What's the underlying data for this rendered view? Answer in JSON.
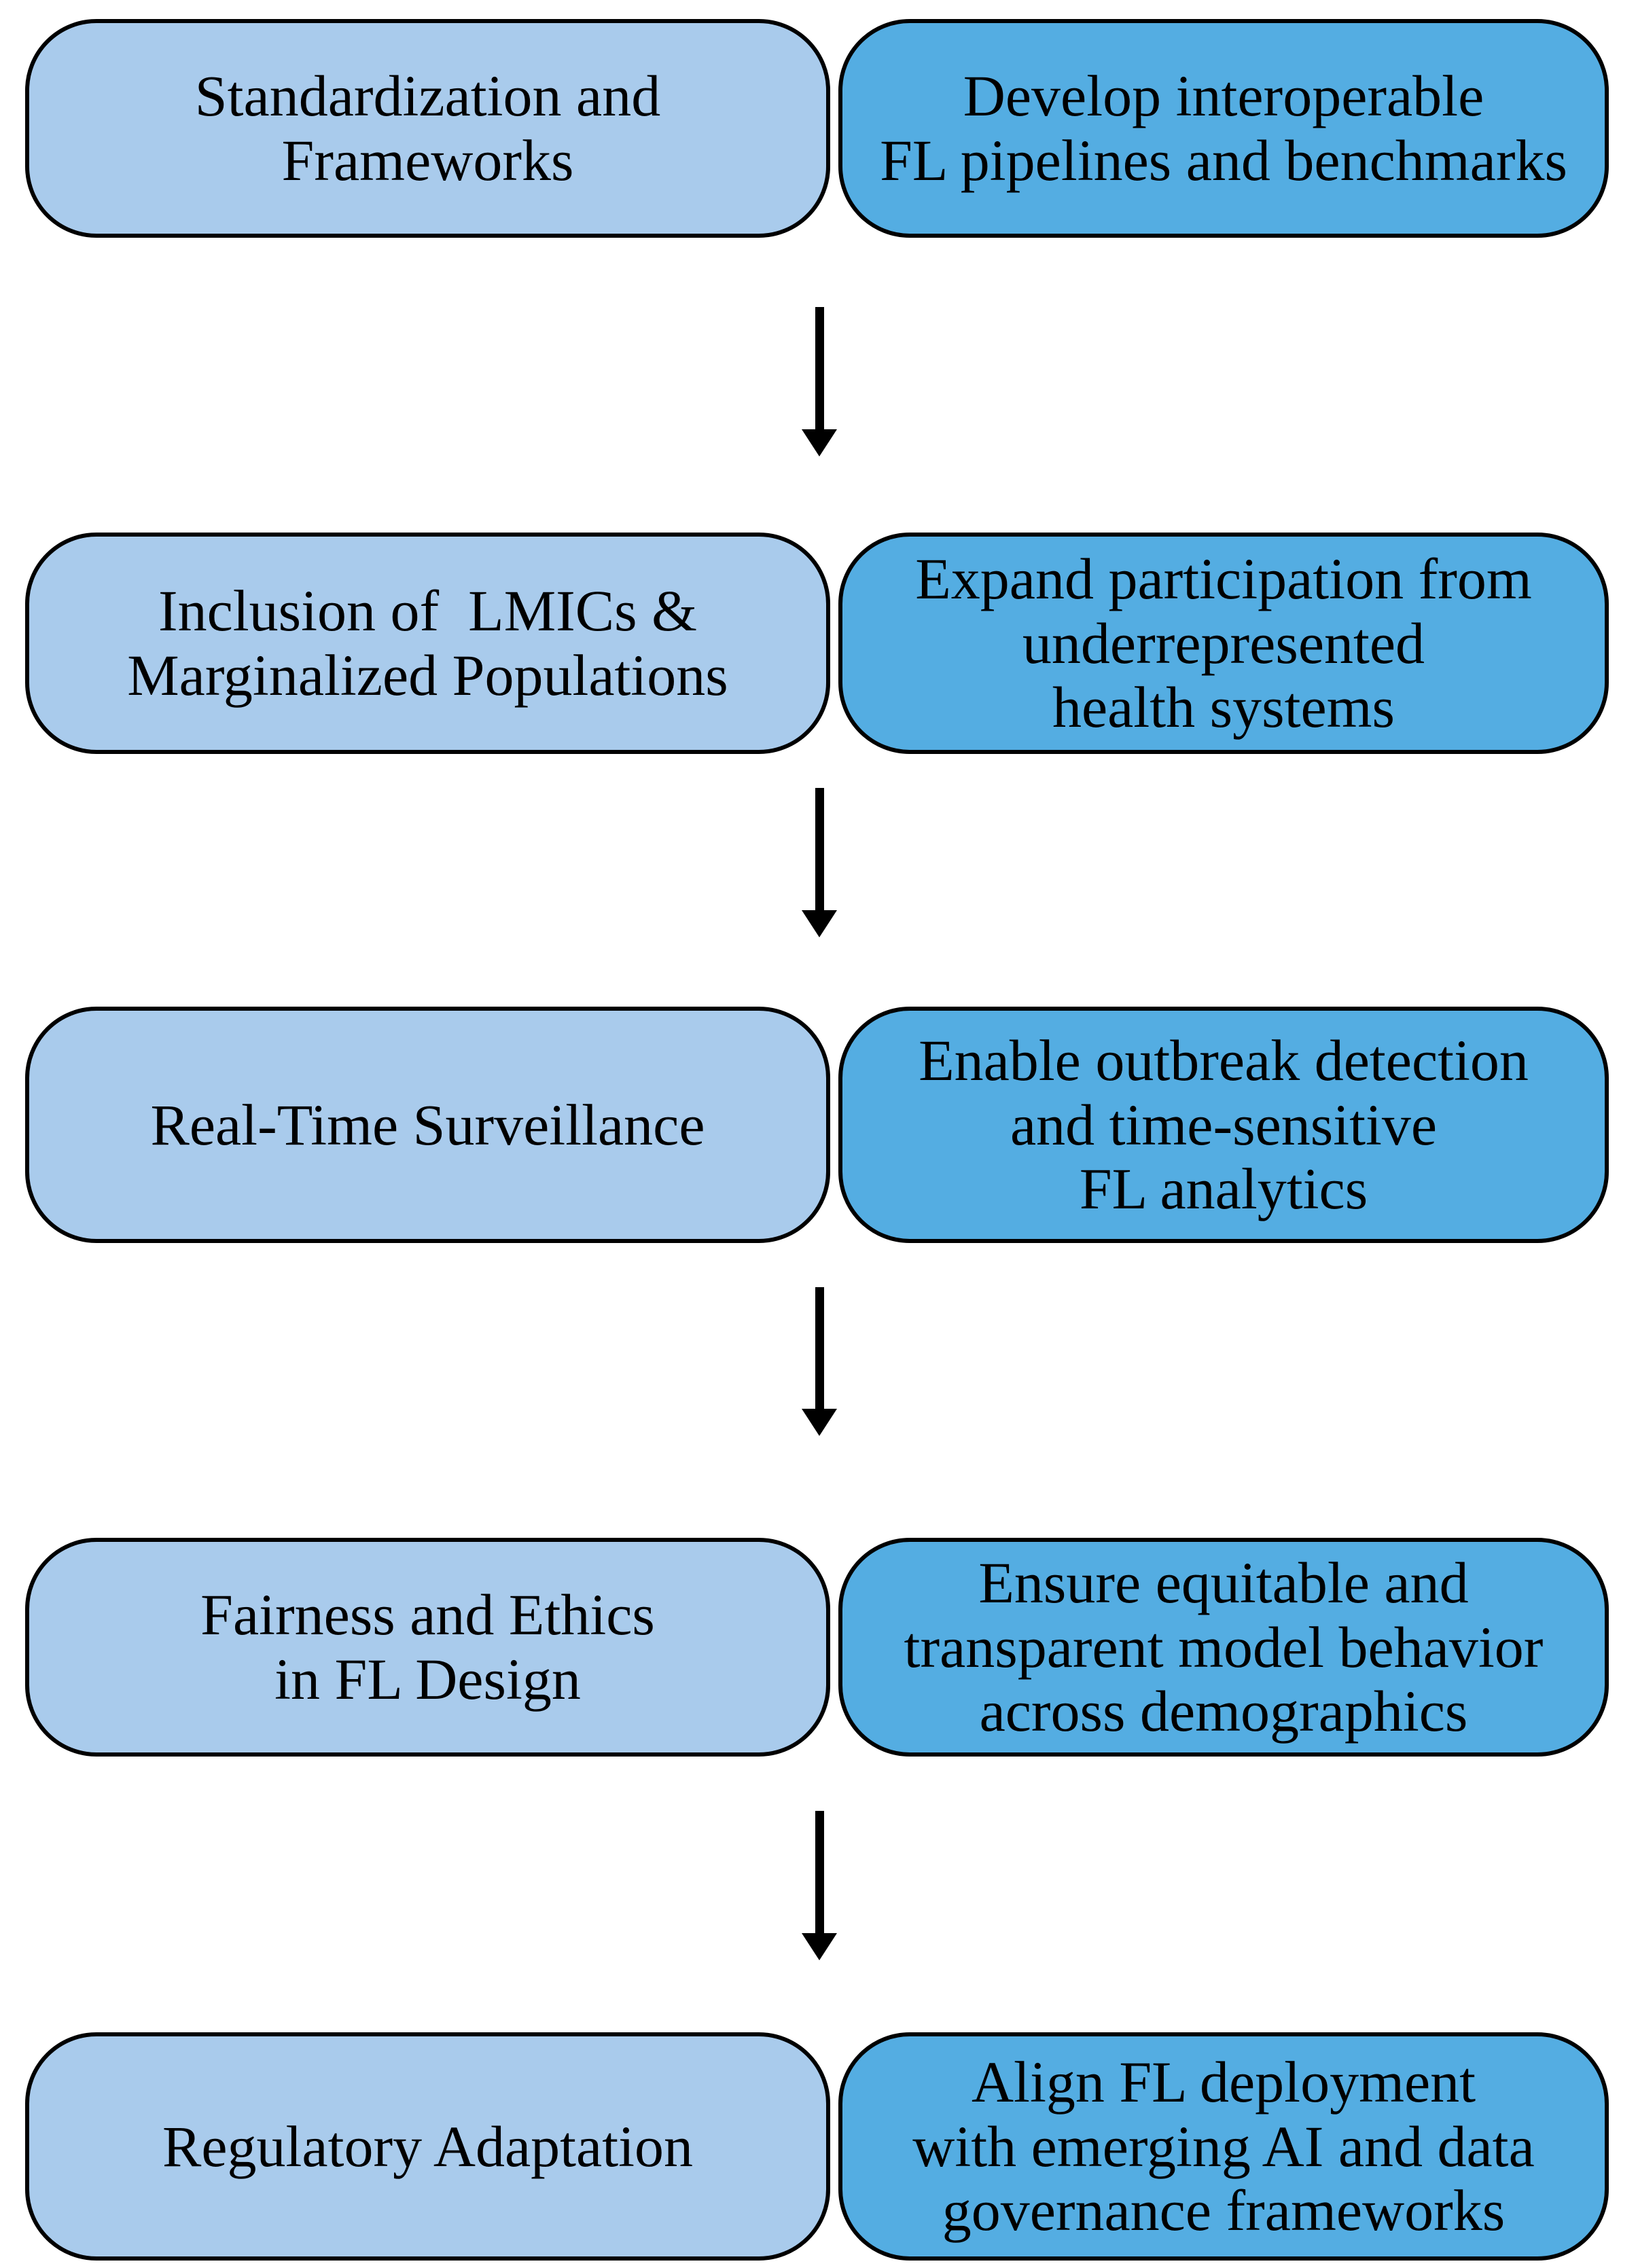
{
  "diagram": {
    "rows": [
      {
        "left": "Standardization and\nFrameworks",
        "right": "Develop interoperable\nFL pipelines and benchmarks"
      },
      {
        "left": "Inclusion of  LMICs &\nMarginalized Populations",
        "right": "Expand participation from\nunderrepresented\nhealth systems"
      },
      {
        "left": "Real-Time Surveillance",
        "right": "Enable outbreak detection\nand time-sensitive\nFL analytics"
      },
      {
        "left": "Fairness and Ethics\nin FL Design",
        "right": "Ensure equitable and\ntransparent model behavior\nacross demographics"
      },
      {
        "left": "Regulatory Adaptation",
        "right": "Align FL deployment\nwith emerging AI and data\ngovernance frameworks"
      }
    ],
    "colors": {
      "background": "#ffffff",
      "left_box_fill": "#a9cbec",
      "right_box_fill": "#54ade2",
      "line": "#000000"
    }
  }
}
